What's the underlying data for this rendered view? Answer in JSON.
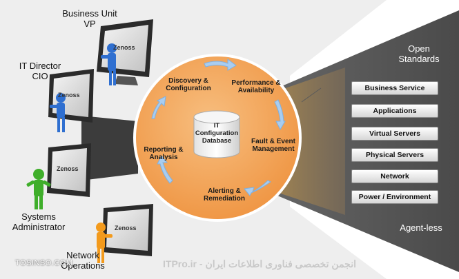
{
  "users": [
    {
      "role": "Business Unit VP",
      "lines": [
        "Business Unit",
        "VP"
      ],
      "color": "#2f6fd0"
    },
    {
      "role": "IT Director CIO",
      "lines": [
        "IT Director",
        "CIO"
      ],
      "color": "#2f6fd0"
    },
    {
      "role": "Systems Administrator",
      "lines": [
        "Systems",
        "Administrator"
      ],
      "color": "#3fae2a"
    },
    {
      "role": "Network Operations",
      "lines": [
        "Network",
        "Operations"
      ],
      "color": "#f39a1c"
    }
  ],
  "screen_logo": "Zenoss",
  "core": {
    "database": [
      "IT",
      "Configuration",
      "Database"
    ],
    "processes": [
      {
        "id": "discovery",
        "lines": [
          "Discovery &",
          "Configuration"
        ]
      },
      {
        "id": "performance",
        "lines": [
          "Performance &",
          "Availability"
        ]
      },
      {
        "id": "fault",
        "lines": [
          "Fault & Event",
          "Management"
        ]
      },
      {
        "id": "alerting",
        "lines": [
          "Alerting &",
          "Remediation"
        ]
      },
      {
        "id": "reporting",
        "lines": [
          "Reporting &",
          "Analysis"
        ]
      }
    ],
    "ring_color": "#f2a055"
  },
  "infrastructure": {
    "top_label": [
      "Open",
      "Standards"
    ],
    "bottom_label": "Agent-less",
    "layers": [
      "Business Service",
      "Applications",
      "Virtual Servers",
      "Physical Servers",
      "Network",
      "Power / Environment"
    ]
  },
  "watermark": {
    "left": "TOSINSO.COM",
    "right": "ITPro.ir - انجمن تخصصی فناوری اطلاعات ایران"
  }
}
